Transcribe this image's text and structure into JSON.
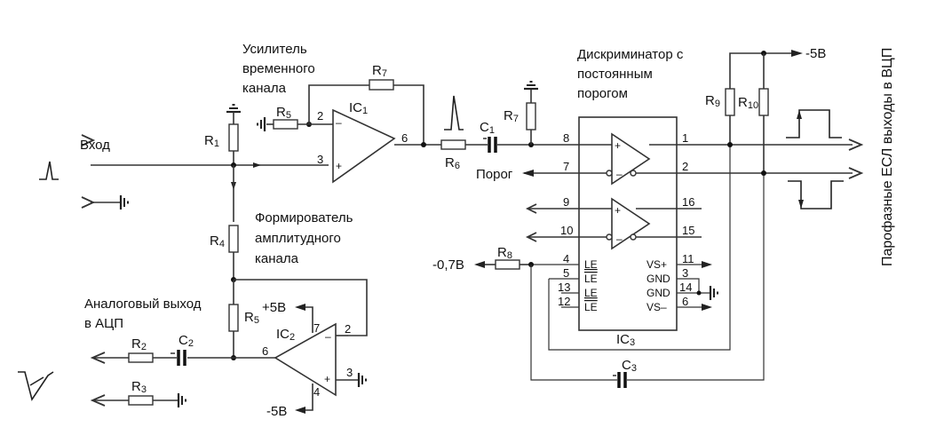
{
  "diagram": {
    "type": "electronic-schematic",
    "blocks": {
      "time_amp": {
        "line1": "Усилитель",
        "line2": "временного",
        "line3": "канала"
      },
      "discriminator": {
        "line1": "Дискриминатор с",
        "line2": "постоянным",
        "line3": "порогом"
      },
      "shaper": {
        "line1": "Формирователь",
        "line2": "амплитудного",
        "line3": "канала"
      },
      "analog_out": {
        "line1": "Аналоговый выход",
        "line2": "в АЦП"
      }
    },
    "labels": {
      "input": "Вход",
      "threshold": "Порог",
      "ecl_outputs": "Парофазные  ЕСЛ выходы в ВЦП",
      "neg5v_top": "-5В",
      "pos5v": "+5В",
      "neg5v_bottom": "-5В",
      "neg07v": "-0,7В"
    },
    "components": {
      "R1": {
        "letter": "R",
        "num": "1"
      },
      "R2": {
        "letter": "R",
        "num": "2"
      },
      "R3": {
        "letter": "R",
        "num": "3"
      },
      "R4": {
        "letter": "R",
        "num": "4"
      },
      "R5a": {
        "letter": "R",
        "num": "5"
      },
      "R5b": {
        "letter": "R",
        "num": "5"
      },
      "R6": {
        "letter": "R",
        "num": "6"
      },
      "R7a": {
        "letter": "R",
        "num": "7"
      },
      "R7b": {
        "letter": "R",
        "num": "7"
      },
      "R8": {
        "letter": "R",
        "num": "8"
      },
      "R9": {
        "letter": "R",
        "num": "9"
      },
      "R10": {
        "letter": "R",
        "num": "10"
      },
      "C1": {
        "letter": "C",
        "num": "1"
      },
      "C2": {
        "letter": "C",
        "num": "2"
      },
      "C3": {
        "letter": "C",
        "num": "3"
      },
      "IC1": {
        "letter": "IC",
        "num": "1"
      },
      "IC2": {
        "letter": "IC",
        "num": "2"
      },
      "IC3": {
        "letter": "IC",
        "num": "3"
      }
    },
    "ic1_pins": {
      "inv": "2",
      "noninv": "3",
      "out": "6"
    },
    "ic2_pins": {
      "out": "6",
      "vplus": "7",
      "inv": "2",
      "noninv": "3",
      "vminus": "4"
    },
    "ic3_pins": {
      "p8": "8",
      "p7": "7",
      "p9": "9",
      "p10": "10",
      "p1": "1",
      "p2": "2",
      "p16": "16",
      "p15": "15",
      "p4": "4",
      "p5": "5",
      "p13": "13",
      "p12": "12",
      "p11": "11",
      "p3": "3",
      "p14": "14",
      "p6": "6"
    },
    "ic3_internal": {
      "le": "LE",
      "le_bar": "LE",
      "vs_plus": "VS+",
      "gnd": "GND",
      "vs_minus": "VS–"
    }
  }
}
